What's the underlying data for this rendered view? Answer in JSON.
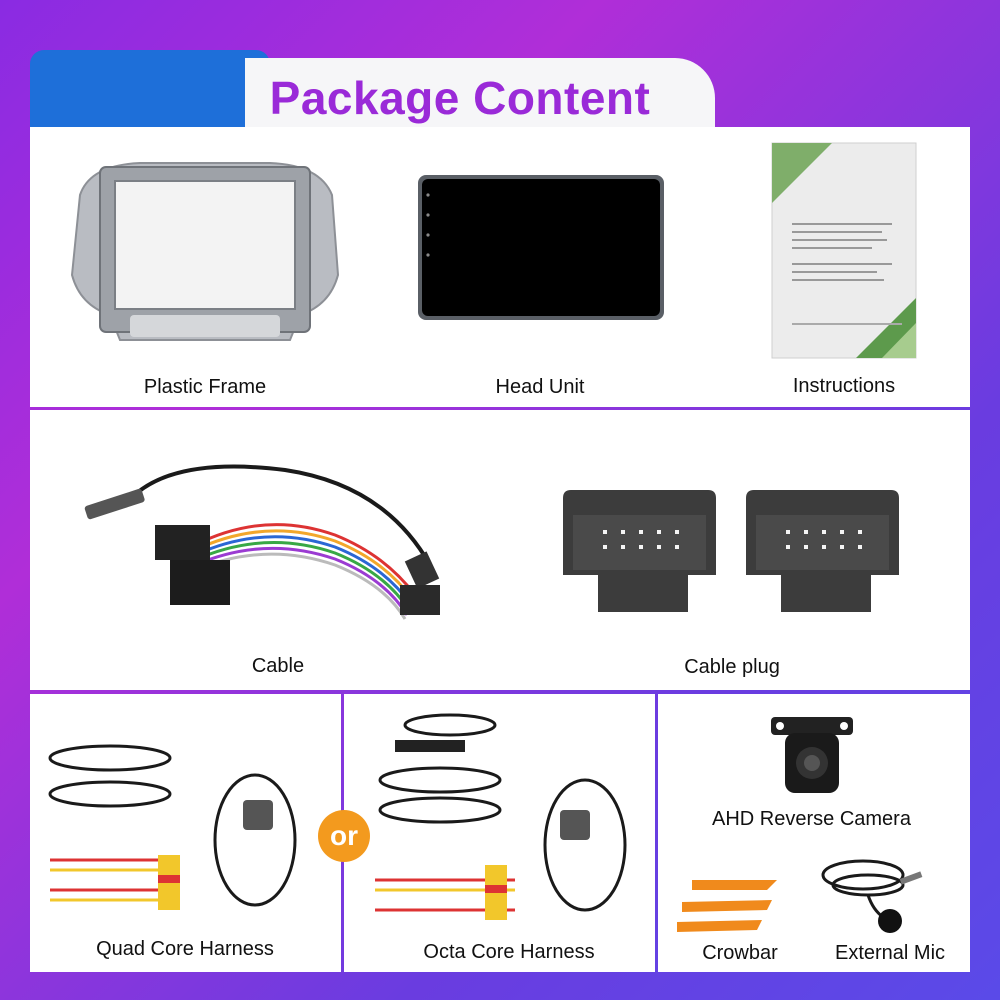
{
  "title": "Package Content",
  "items": {
    "plastic_frame": "Plastic Frame",
    "head_unit": "Head Unit",
    "instructions": "Instructions",
    "cable": "Cable",
    "cable_plug": "Cable plug",
    "quad_core_harness": "Quad Core Harness",
    "octa_core_harness": "Octa Core Harness",
    "ahd_reverse_camera": "AHD Reverse Camera",
    "crowbar": "Crowbar",
    "external_mic": "External Mic"
  },
  "or_badge": "or",
  "colors": {
    "title_text": "#9a2ad8",
    "title_tab_blue": "#1e6fd9",
    "or_badge": "#f39a1e",
    "crowbar": "#f08a1c"
  }
}
